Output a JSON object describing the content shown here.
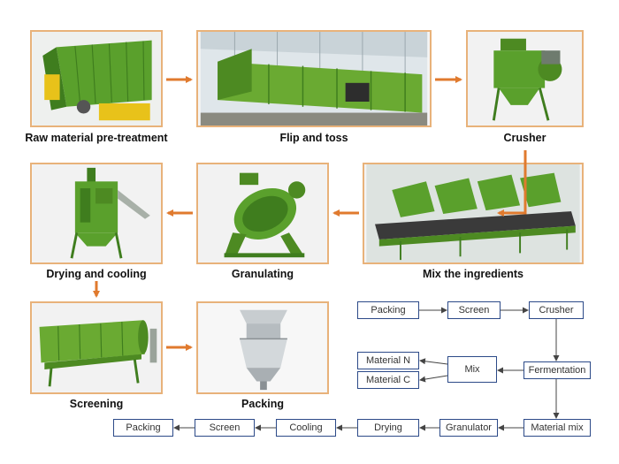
{
  "stages": [
    {
      "id": "raw",
      "label": "Raw material pre-treatment",
      "icon": "compost-pretreatment-machine-icon"
    },
    {
      "id": "flip",
      "label": "Flip and toss",
      "icon": "compost-turner-greenhouse-icon"
    },
    {
      "id": "crusher",
      "label": "Crusher",
      "icon": "vertical-crusher-icon"
    },
    {
      "id": "mix",
      "label": "Mix the ingredients",
      "icon": "batching-machine-icon"
    },
    {
      "id": "granulating",
      "label": "Granulating",
      "icon": "disc-granulator-icon"
    },
    {
      "id": "drying",
      "label": "Drying and cooling",
      "icon": "dryer-cooler-tower-icon"
    },
    {
      "id": "screening",
      "label": "Screening",
      "icon": "rotary-screener-icon"
    },
    {
      "id": "packing",
      "label": "Packing",
      "icon": "packing-machine-icon"
    }
  ],
  "flowchart": {
    "packing_top": "Packing",
    "screen_top": "Screen",
    "crusher": "Crusher",
    "fermentation": "Fermentation",
    "mix": "Mix",
    "material_n": "Material N",
    "material_c": "Material C",
    "material_mix": "Material mix",
    "granulator": "Granulator",
    "drying": "Drying",
    "cooling": "Cooling",
    "screen_bottom": "Screen",
    "packing_bottom": "Packing"
  },
  "colors": {
    "photo_border": "#e8b27a",
    "process_arrow": "#e07a2e",
    "machine_green": "#5aa02c",
    "box_border": "#2c4a88",
    "flow_arrow": "#444444"
  }
}
